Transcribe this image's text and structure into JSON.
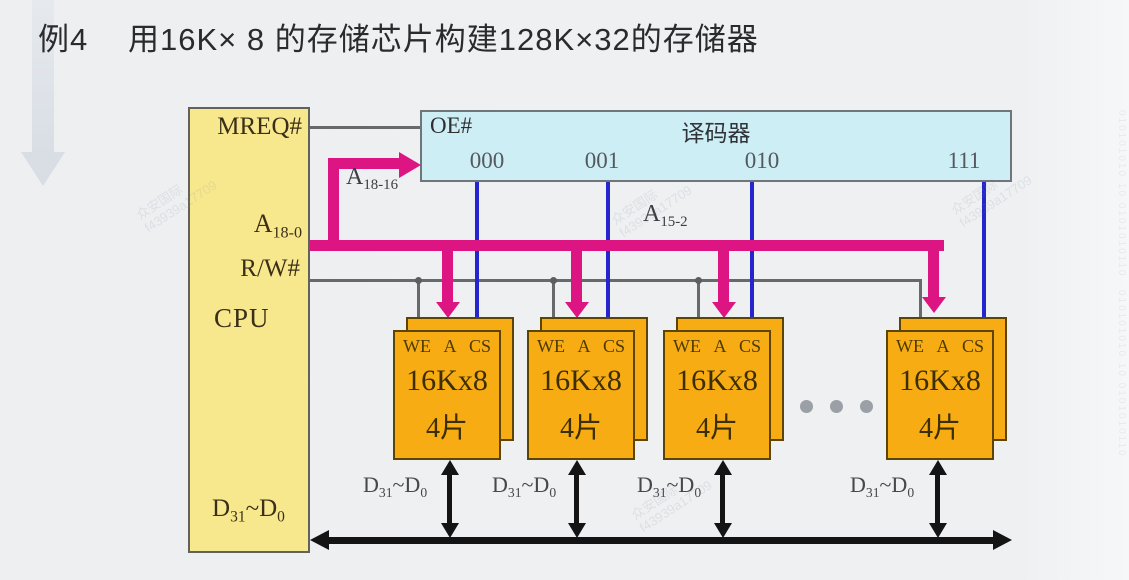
{
  "title": {
    "tag": "例4",
    "text": "用16K× 8 的存储芯片构建128K×32的存储器"
  },
  "cpu": {
    "mreq": "MREQ#",
    "rw": "R/W#",
    "name": "CPU"
  },
  "decoder": {
    "oe": "OE#",
    "title": "译码器",
    "outputs": [
      "000",
      "001",
      "010",
      "111"
    ]
  },
  "labels": {
    "a18_0": {
      "b": "A",
      "sub": "18-0"
    },
    "a18_16": {
      "b": "A",
      "sub": "18-16"
    },
    "a15_2": {
      "b": "A",
      "sub": "15-2"
    },
    "d": {
      "b": "D",
      "s1": "31",
      "mid": "~D",
      "s2": "0"
    }
  },
  "chips": {
    "pins": "WE A CS",
    "size": "16Kx8",
    "count": "4片"
  },
  "colors": {
    "address_bus": "#dd1583",
    "select_line": "#2525cd",
    "control_line": "#666a6d",
    "data_bus": "#141414",
    "cpu_fill": "#f7e88e",
    "decoder_fill": "#cdeef5",
    "chip_fill": "#f6ac12"
  },
  "watermark": {
    "line1": "众安国际",
    "line2": "f43939a17709",
    "edge": "010101010 10 0101010110"
  }
}
